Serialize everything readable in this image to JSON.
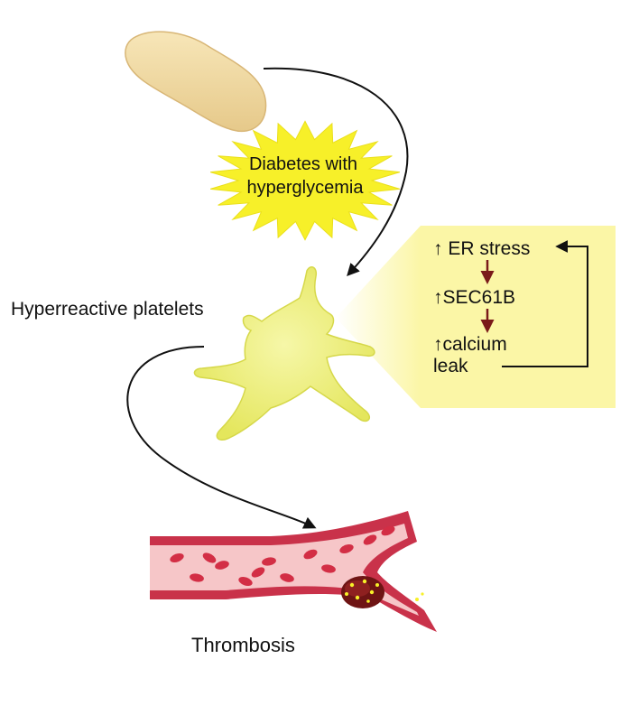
{
  "diagram": {
    "stimulus_label_line1": "Diabetes with",
    "stimulus_label_line2": "hyperglycemia",
    "platelet_label": "Hyperreactive platelets",
    "outcome_label": "Thrombosis",
    "mechanism": {
      "step1": "↑ ER stress",
      "step2": "↑SEC61B",
      "step3_line1": "↑calcium",
      "step3_line2": "leak"
    }
  },
  "colors": {
    "organ_fill": "#f1dba3",
    "burst_fill": "#f7f029",
    "platelet_fill": "#eef07e",
    "panel_fill": "#fbf6a6",
    "vessel_wall": "#c9324a",
    "vessel_inner": "#f6c6c8",
    "inner_arrow": "#7a1a1a"
  }
}
